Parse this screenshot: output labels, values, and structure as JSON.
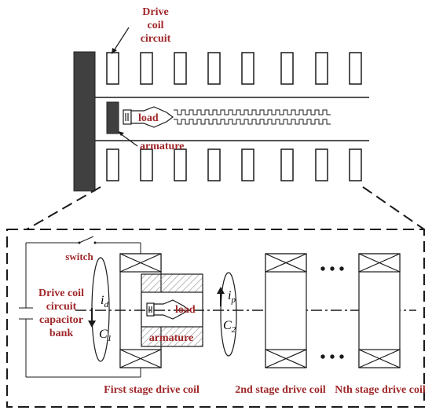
{
  "top": {
    "drive_label_1": "Drive",
    "drive_label_2": "coil",
    "drive_label_3": "circuit",
    "load_label": "load",
    "armature_label": "armature"
  },
  "bottom": {
    "switch_label": "switch",
    "cap_label_1": "Drive coil",
    "cap_label_2": "circuit",
    "cap_label_3": "capacitor",
    "cap_label_4": "bank",
    "id_label": "i",
    "id_sub": "d",
    "ip_label": "i",
    "ip_sub": "p",
    "c1_label": "C",
    "c1_sub": "1",
    "c2_label": "C",
    "c2_sub": "2",
    "load_label": "load",
    "armature_label": "armature",
    "ellipsis_top": "• • •",
    "ellipsis_bottom": "• • •",
    "stage1_label": "First stage drive coil",
    "stage2_label": "2nd stage drive coil",
    "stageN_label": "Nth stage drive coil"
  },
  "colors": {
    "label": "#a0282a",
    "plate": "#404040",
    "line": "#1a1a1a",
    "hatch": "#888888"
  }
}
